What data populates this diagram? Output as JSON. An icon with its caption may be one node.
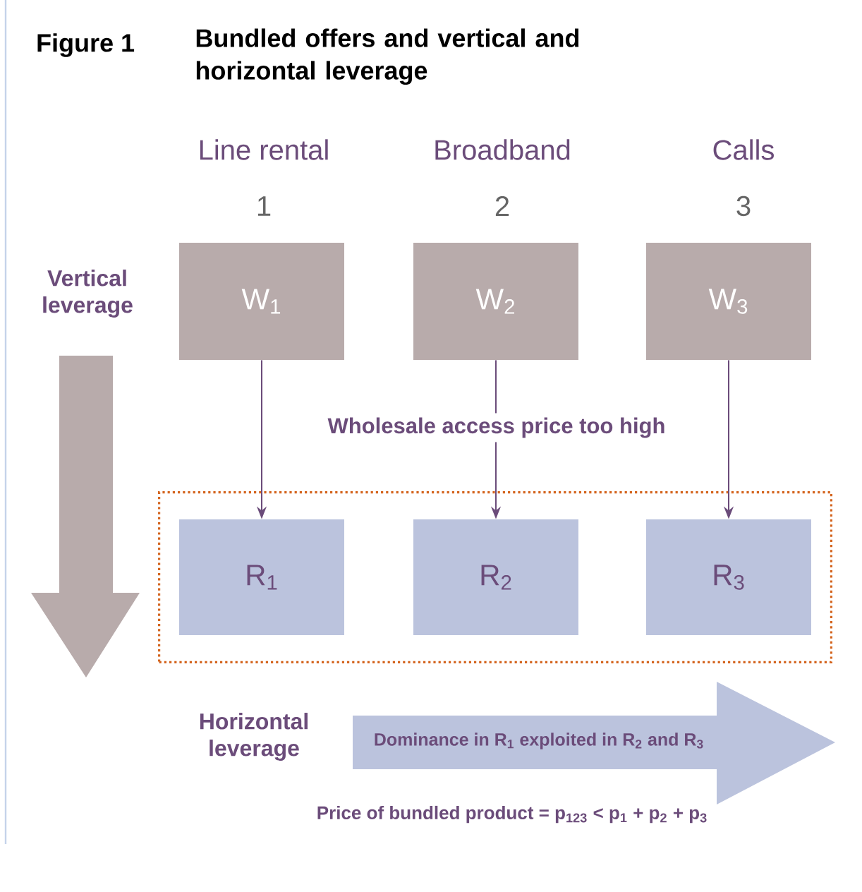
{
  "diagram": {
    "title": "Bundled offers and vertical and horizontal leverage",
    "nodes": [
      {
        "text": [
          "W$_{1}$"
        ]
      },
      {
        "text": [
          "W$_{2}$"
        ]
      },
      {
        "text": [
          "W$_{3}$"
        ]
      },
      {
        "text": [],
        "shape": "box"
      },
      {
        "text": [
          "R$_{1}$"
        ],
        "in": 3
      },
      {
        "text": [
          "R$_{2}$"
        ],
        "in": 3
      },
      {
        "text": [
          "R$_{3}$"
        ],
        "in": 3
      },
      {
        "text": [
          "Dominance in R$_{1}$ exploited in R$_{2}$ and R$_{3}$"
        ]
      }
    ],
    "edges": [
      {
        "from": 0,
        "to": 4,
        "arrow": "to"
      },
      {
        "from": 1,
        "to": 5,
        "arrow": "to"
      },
      {
        "from": 2,
        "to": 6,
        "arrow": "to"
      }
    ],
    "labels": [
      "Figure 1",
      "Line rental",
      "Broadband",
      "Calls",
      "1",
      "2",
      "3",
      "Vertical leverage",
      "Wholesale access price too high",
      "Horizontal leverage",
      "Price of bundled product = p$_{123}$ < p$_{1}$ + p$_{2}$ + p$_{3}$"
    ]
  }
}
